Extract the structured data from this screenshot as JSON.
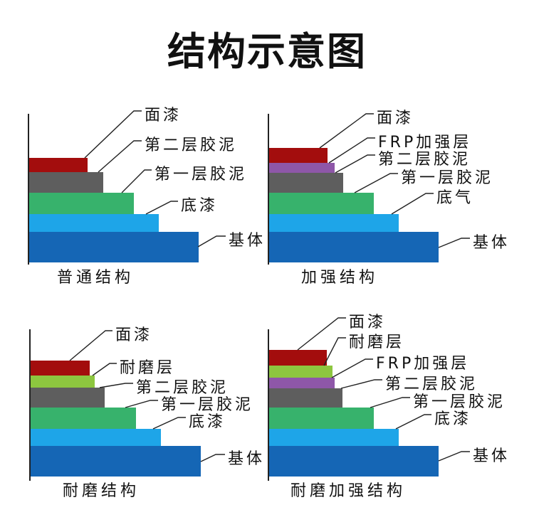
{
  "title": "结构示意图",
  "colors": {
    "topcoat": "#a30d0d",
    "wear_layer": "#8dc63f",
    "frp_layer": "#8e57a8",
    "second_mortar": "#5e5e5e",
    "first_mortar": "#37b26c",
    "primer": "#1ea5e8",
    "substrate": "#1566b5"
  },
  "panels": [
    {
      "caption": "普通结构",
      "layers": [
        {
          "label": "面漆",
          "color_key": "topcoat"
        },
        {
          "label": "第二层胶泥",
          "color_key": "second_mortar"
        },
        {
          "label": "第一层胶泥",
          "color_key": "first_mortar"
        },
        {
          "label": "底漆",
          "color_key": "primer"
        },
        {
          "label": "基体",
          "color_key": "substrate"
        }
      ]
    },
    {
      "caption": "加强结构",
      "layers": [
        {
          "label": "面漆",
          "color_key": "topcoat"
        },
        {
          "label": "FRP加强层",
          "color_key": "frp_layer"
        },
        {
          "label": "第二层胶泥",
          "color_key": "second_mortar"
        },
        {
          "label": "第一层胶泥",
          "color_key": "first_mortar"
        },
        {
          "label": "底气",
          "color_key": "primer"
        },
        {
          "label": "基体",
          "color_key": "substrate"
        }
      ]
    },
    {
      "caption": "耐磨结构",
      "layers": [
        {
          "label": "面漆",
          "color_key": "topcoat"
        },
        {
          "label": "耐磨层",
          "color_key": "wear_layer"
        },
        {
          "label": "第二层胶泥",
          "color_key": "second_mortar"
        },
        {
          "label": "第一层胶泥",
          "color_key": "first_mortar"
        },
        {
          "label": "底漆",
          "color_key": "primer"
        },
        {
          "label": "基体",
          "color_key": "substrate"
        }
      ]
    },
    {
      "caption": "耐磨加强结构",
      "layers": [
        {
          "label": "面漆",
          "color_key": "topcoat"
        },
        {
          "label": "耐磨层",
          "color_key": "wear_layer"
        },
        {
          "label": "FRP加强层",
          "color_key": "frp_layer"
        },
        {
          "label": "第二层胶泥",
          "color_key": "second_mortar"
        },
        {
          "label": "第一层胶泥",
          "color_key": "first_mortar"
        },
        {
          "label": "底漆",
          "color_key": "primer"
        },
        {
          "label": "基体",
          "color_key": "substrate"
        }
      ]
    }
  ]
}
